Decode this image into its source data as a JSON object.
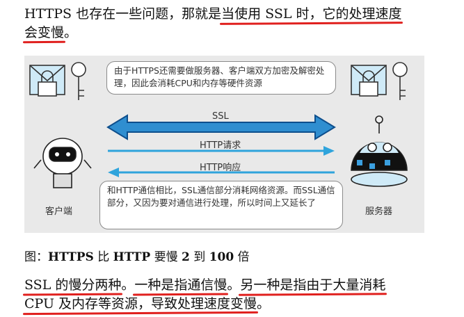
{
  "p1": {
    "a": "HTTPS 也存在一些问题，那就是",
    "b": "当使用 SSL 时，它的处理速度",
    "c": "会变慢",
    "d": "。"
  },
  "figure": {
    "note_top": "由于HTTPS还需要做服务器、客户端双方加密及解密处理，因此会消耗CPU和内存等硬件资源",
    "note_bottom": "和HTTP通信相比，SSL通信部分消耗网络资源。而SSL通信部分，又因为要对通信进行处理，所以时间上又延长了",
    "arrow_ssl": "SSL",
    "arrow_request": "HTTP请求",
    "arrow_response": "HTTP响应",
    "client_label": "客户端",
    "server_label": "服务器"
  },
  "caption": {
    "prefix": "图：",
    "a": "HTTPS",
    "b": " 比 ",
    "c": "HTTP",
    "d": " 要慢 ",
    "e": "2",
    "f": " 到 ",
    "g": "100",
    "h": " 倍"
  },
  "p3": {
    "a": "SSL 的慢分两种",
    "b": "。",
    "c": "一种是指通信慢",
    "d": "。",
    "e": "另一种是指由于大量消耗",
    "f": "CPU 及内存等资源，导致处理速度变慢",
    "g": "。"
  }
}
